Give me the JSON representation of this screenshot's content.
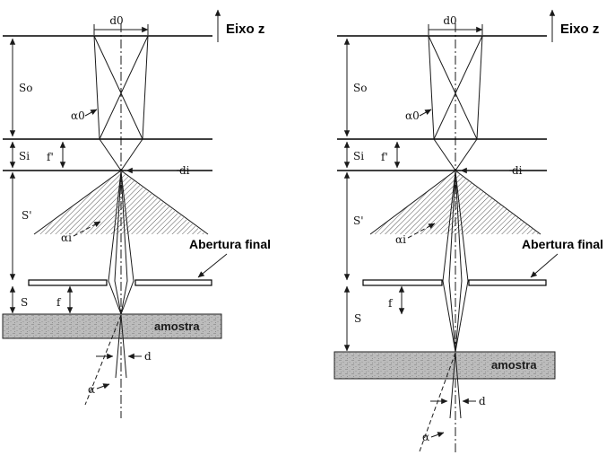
{
  "colors": {
    "ink": "#1a1a1a",
    "sample_gray": "#bcbcbc",
    "background": "#ffffff"
  },
  "diagram_left": {
    "z_axis_label": "Eixo z",
    "source_diameter_label": "d0",
    "source_distance_label": "So",
    "source_angle_label": "α0",
    "focal_length_upper_label": "f'",
    "image_distance_label": "Si",
    "intermediate_diameter_label": "di",
    "projection_distance_label": "S'",
    "intermediate_angle_label": "αi",
    "final_aperture_label": "Abertura final",
    "final_focal_label": "f",
    "working_distance_label": "S",
    "sample_label": "amostra",
    "spot_diameter_label": "d",
    "final_angle_label": "α"
  },
  "diagram_right": {
    "z_axis_label": "Eixo z",
    "source_diameter_label": "d0",
    "source_distance_label": "So",
    "source_angle_label": "α0",
    "focal_length_upper_label": "f'",
    "image_distance_label": "Si",
    "intermediate_diameter_label": "di",
    "projection_distance_label": "S'",
    "intermediate_angle_label": "αi",
    "final_aperture_label": "Abertura final",
    "final_focal_label": "f",
    "working_distance_label": "S",
    "sample_label": "amostra",
    "spot_diameter_label": "d",
    "final_angle_label": "α"
  }
}
